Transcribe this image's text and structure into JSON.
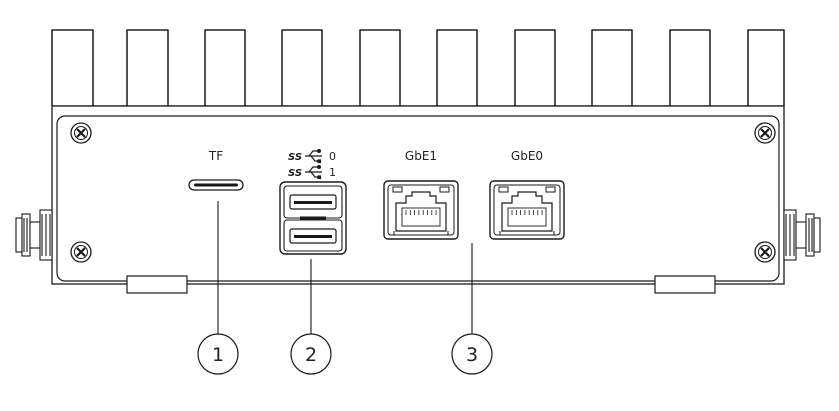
{
  "labels": {
    "tf": "TF",
    "usb_top_mark": "SS",
    "usb_top_num": "0",
    "usb_bottom_mark": "SS",
    "usb_bottom_num": "1",
    "gbe1": "GbE1",
    "gbe0": "GbE0"
  },
  "callouts": [
    "1",
    "2",
    "3"
  ],
  "colors": {
    "line": "#1a1a1a",
    "text": "#222222"
  }
}
